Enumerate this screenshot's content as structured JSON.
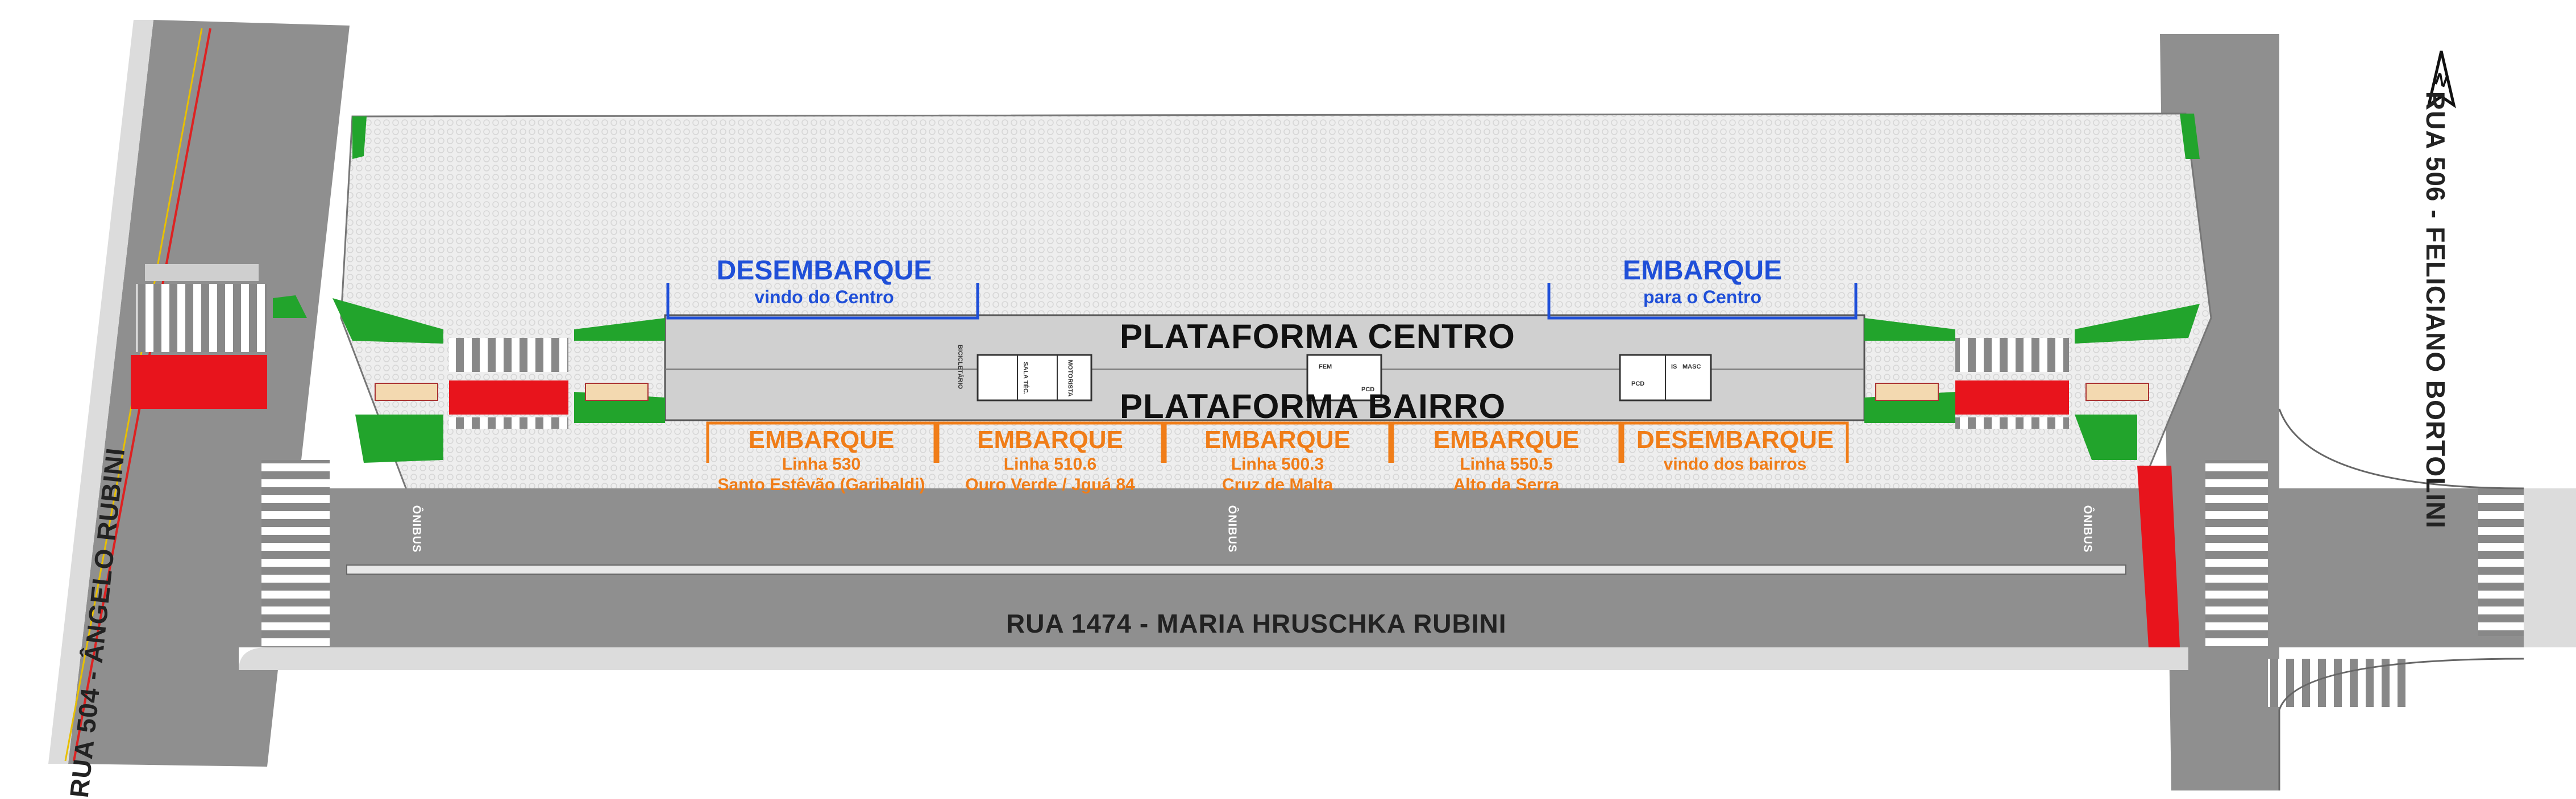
{
  "platforms": {
    "centro": "PLATAFORMA CENTRO",
    "bairro": "PLATAFORMA BAIRRO"
  },
  "blue_labels": [
    {
      "title": "DESEMBARQUE",
      "sub": "vindo do Centro"
    },
    {
      "title": "EMBARQUE",
      "sub": "para o Centro"
    }
  ],
  "orange_labels": [
    {
      "title": "EMBARQUE",
      "line1": "Linha 530",
      "line2": "Santo Estêvão (Garibaldi)"
    },
    {
      "title": "EMBARQUE",
      "line1": "Linha 510.6",
      "line2": "Ouro Verde / Jguá 84"
    },
    {
      "title": "EMBARQUE",
      "line1": "Linha 500.3",
      "line2": "Cruz de Malta"
    },
    {
      "title": "EMBARQUE",
      "line1": "Linha 550.5",
      "line2": "Alto da Serra"
    },
    {
      "title": "DESEMBARQUE",
      "line1": "vindo dos bairros",
      "line2": ""
    }
  ],
  "streets": {
    "bottom": "RUA 1474 - MARIA HRUSCHKA RUBINI",
    "left": "RUA 504 - ÂNGELO RUBINI",
    "right": "RUA 506 - FELICIANO BORTOLINI"
  },
  "bus_marking": "ÔNIBUS",
  "kiosks": {
    "k1_a": "BICICLETÁRIO",
    "k1_b": "SALA TÉC.",
    "k1_c": "MOTORISTA",
    "k2_a": "FEM",
    "k2_b": "PCD",
    "k3_a": "IS",
    "k3_b": "MASC",
    "k3_c": "PCD"
  },
  "north_symbol": "N",
  "colors": {
    "asphalt": "#8c8c8c",
    "paving": "#ededed",
    "platform": "#cfcfcf",
    "green": "#22a42c",
    "red": "#e8141c",
    "blue": "#1f4fd8",
    "orange": "#f07d18"
  }
}
